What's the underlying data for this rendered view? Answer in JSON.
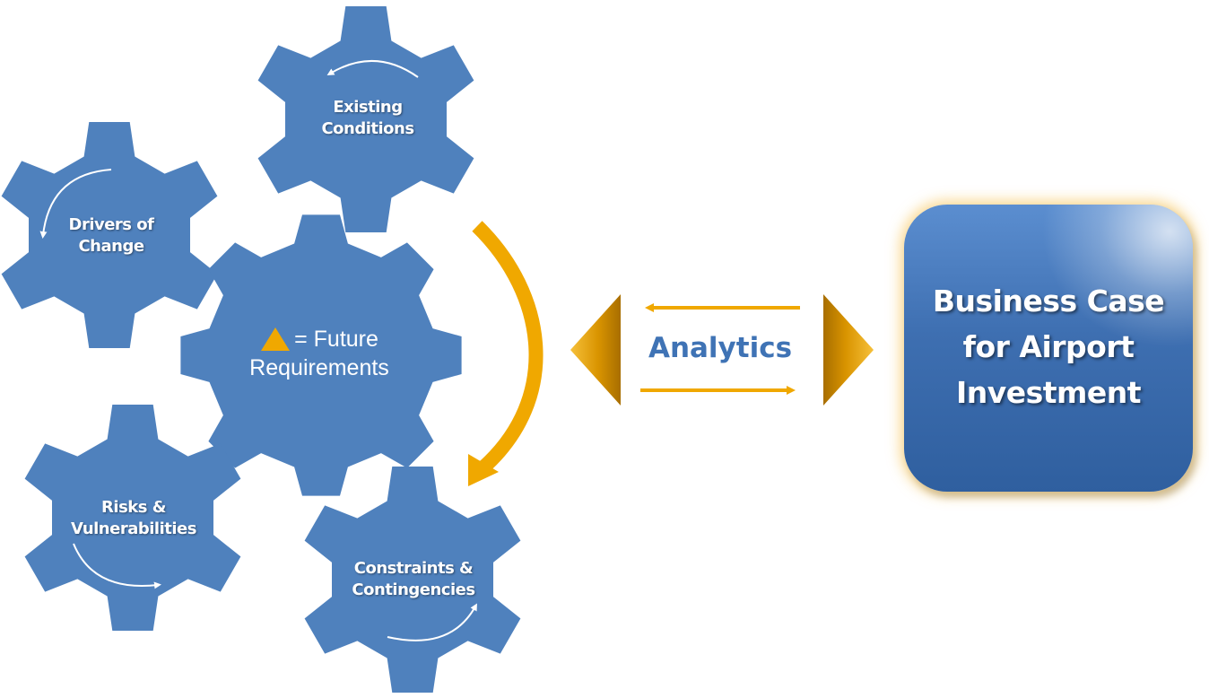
{
  "gears": {
    "existing": {
      "line1": "Existing",
      "line2": "Conditions"
    },
    "drivers": {
      "line1": "Drivers of",
      "line2": "Change"
    },
    "risks": {
      "line1": "Risks &",
      "line2": "Vulnerabilities"
    },
    "constraints": {
      "line1": "Constraints &",
      "line2": "Contingencies"
    },
    "center": {
      "line1": "= Future",
      "line2": "Requirements"
    }
  },
  "analytics_label": "Analytics",
  "business_case": {
    "line1": "Business Case",
    "line2": "for Airport",
    "line3": "Investment"
  },
  "colors": {
    "gear": "#4f81bd",
    "arrow": "#f0a800",
    "analytics_text": "#3f73b5",
    "triangle": "#f0a800"
  }
}
